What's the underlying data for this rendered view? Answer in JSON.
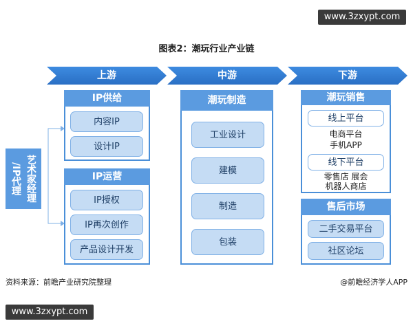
{
  "watermark": "www.3zxypt.com",
  "title": "图表2：潮玩行业产业链",
  "stages": [
    "上游",
    "中游",
    "下游"
  ],
  "side_label": [
    "艺术家经理",
    "/IP代理"
  ],
  "upstream": {
    "ip_supply": {
      "title": "IP供给",
      "items": [
        "内容IP",
        "设计IP"
      ]
    },
    "ip_operation": {
      "title": "IP运营",
      "items": [
        "IP授权",
        "IP再次创作",
        "产品设计开发"
      ]
    }
  },
  "midstream": {
    "title": "潮玩制造",
    "items": [
      "工业设计",
      "建模",
      "制造",
      "包装"
    ]
  },
  "downstream": {
    "sales": {
      "title": "潮玩销售",
      "online": {
        "label": "线上平台",
        "desc": [
          "电商平台",
          "手机APP"
        ]
      },
      "offline": {
        "label": "线下平台",
        "desc": [
          "零售店 展会",
          "机器人商店"
        ]
      }
    },
    "aftermarket": {
      "title": "售后市场",
      "items": [
        "二手交易平台",
        "社区论坛"
      ]
    }
  },
  "source": "资料来源：前瞻产业研究院整理",
  "credit": "@前瞻经济学人APP",
  "colors": {
    "accent": "#2f7fd6",
    "panel_head": "#5b9be0",
    "pill_fill": "#c5dcf4",
    "border": "#4a8fd8"
  }
}
